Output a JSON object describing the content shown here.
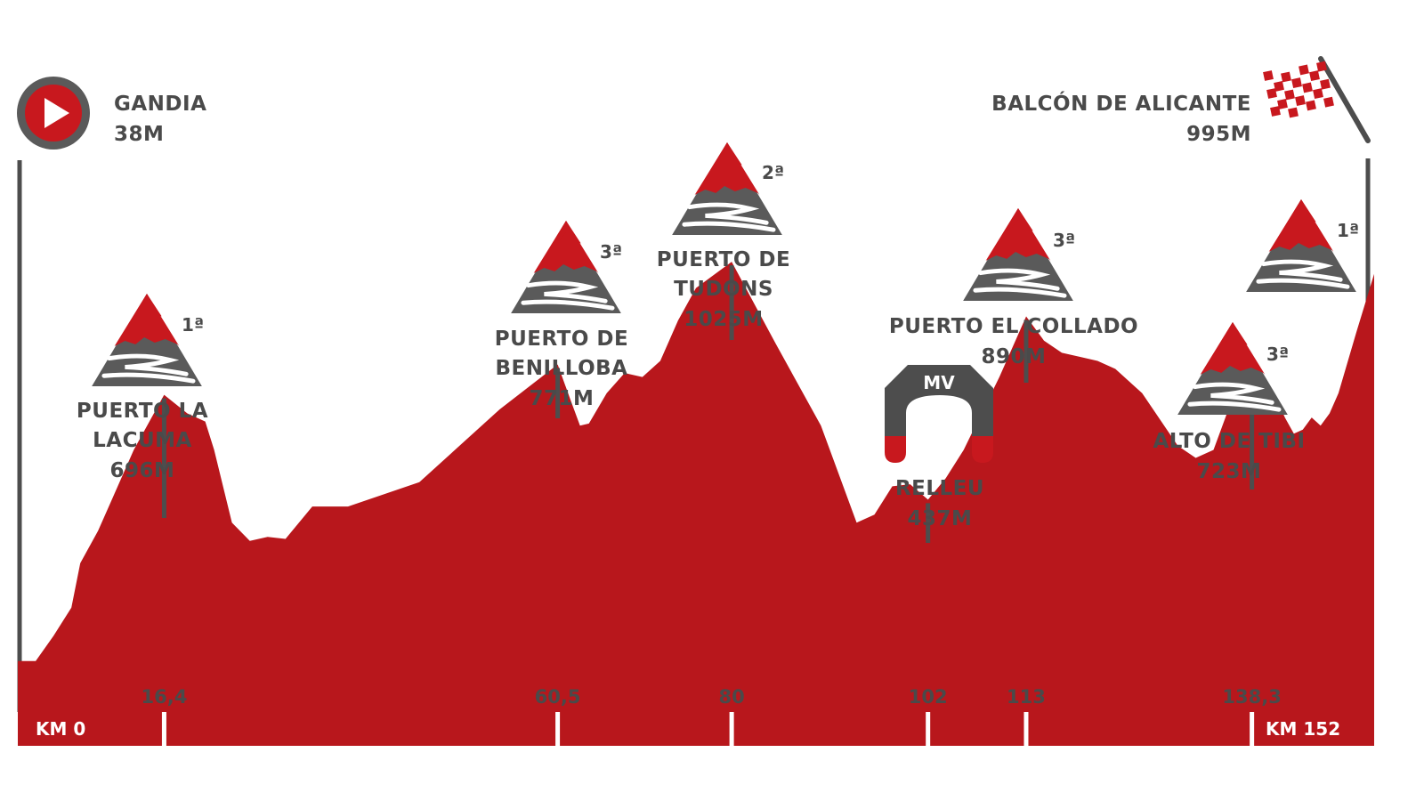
{
  "colors": {
    "profile": "#b8171c",
    "dark": "#4d4d4d",
    "mountain_red": "#c8181e",
    "mountain_grey": "#5a5a5a",
    "text": "#4a4a4a"
  },
  "start": {
    "name": "GANDIA",
    "altitude": "38M",
    "icon": "play-icon"
  },
  "finish": {
    "name": "BALCÓN DE ALICANTE",
    "altitude": "995M",
    "icon": "checkered-flag-icon"
  },
  "km_start_label": "KM 0",
  "km_end_label": "KM 152",
  "climbs": [
    {
      "lines": [
        "PUERTO LA",
        "LACUMA",
        "696M"
      ],
      "category": "1ª",
      "km_label": "16,4",
      "km": 16.4
    },
    {
      "lines": [
        "PUERTO DE",
        "BENILLOBA",
        "771M"
      ],
      "category": "3ª",
      "km_label": "60,5",
      "km": 60.5
    },
    {
      "lines": [
        "PUERTO DE",
        "TUDONS",
        "1025M"
      ],
      "category": "2ª",
      "km_label": "80",
      "km": 80
    },
    {
      "lines": [
        "PUERTO EL COLLADO",
        "890M"
      ],
      "category": "3ª",
      "km_label": "113",
      "km": 113
    },
    {
      "lines": [
        "ALTO DE TIBI",
        "723M"
      ],
      "category": "3ª",
      "km_label": "138,3",
      "km": 138.3
    },
    {
      "lines": [],
      "category": "1ª",
      "km_label": "",
      "km": 152
    }
  ],
  "sprint": {
    "badge": "MV",
    "lines": [
      "RELLEU",
      "437M"
    ],
    "km_label": "102",
    "km": 102,
    "icon": "sprint-arch-icon"
  },
  "chart_data": {
    "type": "area",
    "title": "",
    "xlabel": "",
    "ylabel": "",
    "xlim": [
      0,
      152
    ],
    "ylim": [
      0,
      1100
    ],
    "x": [
      0,
      2,
      4,
      6,
      7,
      9,
      11,
      13,
      16.4,
      19,
      21,
      22,
      24,
      26,
      28,
      30,
      33,
      37,
      45,
      54,
      60.5,
      62,
      63,
      64,
      66,
      68,
      70,
      72,
      74,
      76,
      80,
      85,
      90,
      94,
      96,
      98,
      100,
      102,
      104,
      106,
      108,
      110,
      113,
      115,
      117,
      119,
      121,
      123,
      126,
      130,
      132,
      134,
      136,
      138.3,
      140,
      141,
      142,
      143,
      144,
      145,
      146,
      147,
      148,
      150,
      152
    ],
    "values": [
      38,
      38,
      100,
      170,
      280,
      360,
      460,
      560,
      696,
      650,
      630,
      560,
      380,
      335,
      345,
      340,
      420,
      420,
      480,
      660,
      771,
      680,
      620,
      625,
      700,
      750,
      740,
      780,
      880,
      960,
      1025,
      820,
      620,
      380,
      400,
      470,
      475,
      437,
      490,
      560,
      650,
      740,
      890,
      830,
      800,
      790,
      780,
      760,
      700,
      570,
      540,
      560,
      680,
      723,
      720,
      690,
      640,
      600,
      610,
      640,
      620,
      650,
      700,
      850,
      995
    ]
  }
}
